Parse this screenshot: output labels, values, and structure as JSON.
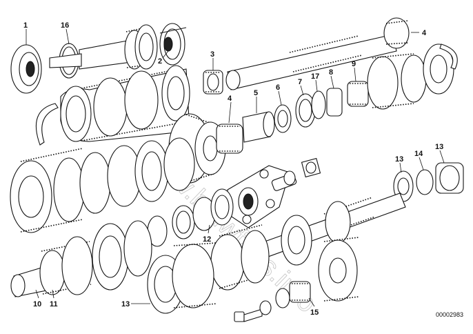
{
  "diagram": {
    "callouts": [
      {
        "id": "c1",
        "label": "1"
      },
      {
        "id": "c16",
        "label": "16"
      },
      {
        "id": "c2",
        "label": "2"
      },
      {
        "id": "c3",
        "label": "3"
      },
      {
        "id": "c4a",
        "label": "4"
      },
      {
        "id": "c4b",
        "label": "4"
      },
      {
        "id": "c5",
        "label": "5"
      },
      {
        "id": "c6",
        "label": "6"
      },
      {
        "id": "c7",
        "label": "7"
      },
      {
        "id": "c17",
        "label": "17"
      },
      {
        "id": "c8",
        "label": "8"
      },
      {
        "id": "c9",
        "label": "9"
      },
      {
        "id": "c13a",
        "label": "13"
      },
      {
        "id": "c14",
        "label": "14"
      },
      {
        "id": "c13b",
        "label": "13"
      },
      {
        "id": "c12",
        "label": "12"
      },
      {
        "id": "c10",
        "label": "10"
      },
      {
        "id": "c11",
        "label": "11"
      },
      {
        "id": "c13c",
        "label": "13"
      },
      {
        "id": "c15",
        "label": "15"
      }
    ],
    "document_number": "00002983",
    "watermark": "www.bmwfans.info"
  }
}
